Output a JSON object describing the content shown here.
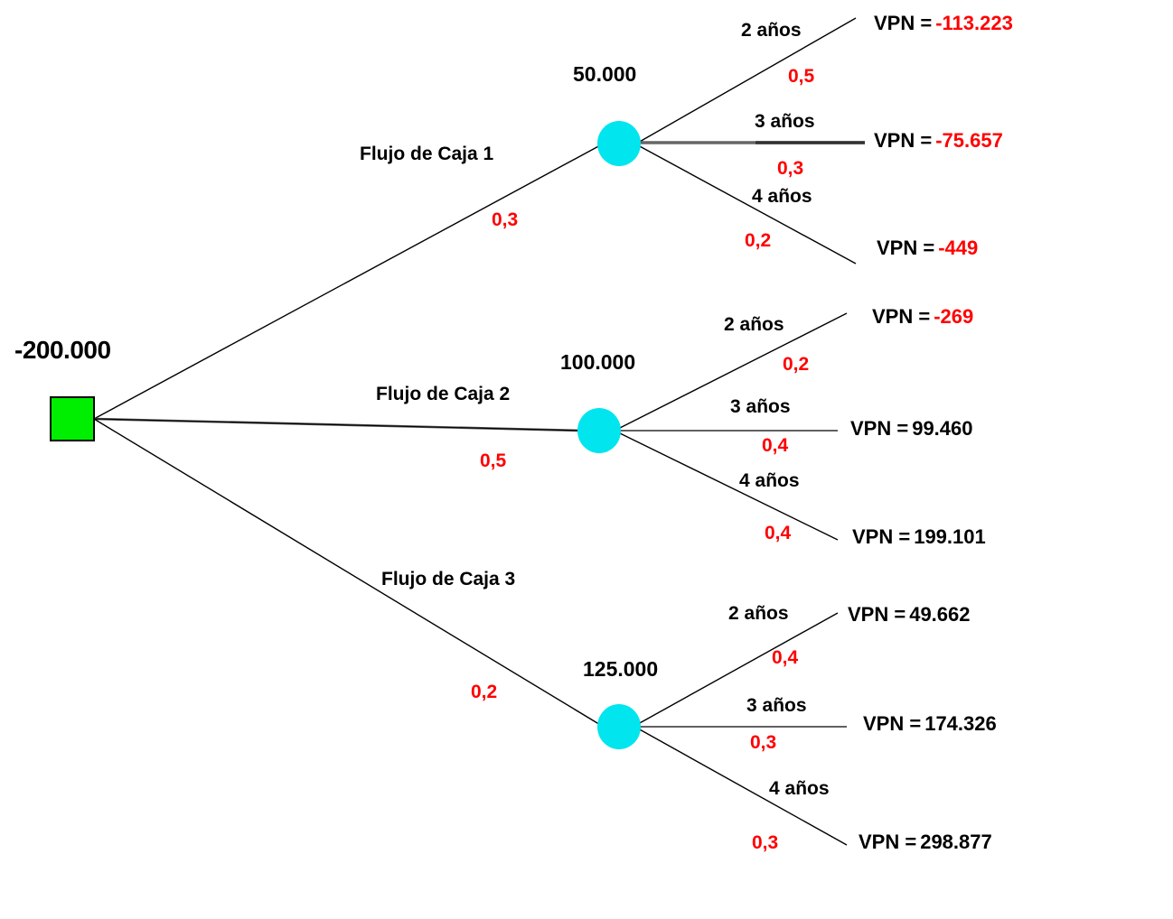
{
  "diagram": {
    "type": "decision-tree",
    "colors": {
      "decision_node": "#00ee00",
      "chance_node": "#00e5ee",
      "probability_text": "#ff0000",
      "negative_value_text": "#ff0000",
      "positive_value_text": "#000000",
      "line": "#000000",
      "background": "#ffffff"
    },
    "root": {
      "label": "-200.000",
      "shape": "square"
    },
    "vpn_prefix": "VPN =",
    "branches": [
      {
        "name": "Flujo de Caja 1",
        "probability": "0,3",
        "node_amount": "50.000",
        "outcomes": [
          {
            "years": "2 años",
            "probability": "0,5",
            "vpn": "-113.223",
            "negative": true
          },
          {
            "years": "3 años",
            "probability": "0,3",
            "vpn": "-75.657",
            "negative": true
          },
          {
            "years": "4 años",
            "probability": "0,2",
            "vpn": "-449",
            "negative": true
          }
        ]
      },
      {
        "name": "Flujo de Caja 2",
        "probability": "0,5",
        "node_amount": "100.000",
        "outcomes": [
          {
            "years": "2 años",
            "probability": "0,2",
            "vpn": "-269",
            "negative": true
          },
          {
            "years": "3 años",
            "probability": "0,4",
            "vpn": "99.460",
            "negative": false
          },
          {
            "years": "4 años",
            "probability": "0,4",
            "vpn": "199.101",
            "negative": false
          }
        ]
      },
      {
        "name": "Flujo de Caja 3",
        "probability": "0,2",
        "node_amount": "125.000",
        "outcomes": [
          {
            "years": "2 años",
            "probability": "0,4",
            "vpn": "49.662",
            "negative": false
          },
          {
            "years": "3 años",
            "probability": "0,3",
            "vpn": "174.326",
            "negative": false
          },
          {
            "years": "4 años",
            "probability": "0,3",
            "vpn": "298.877",
            "negative": false
          }
        ]
      }
    ]
  }
}
